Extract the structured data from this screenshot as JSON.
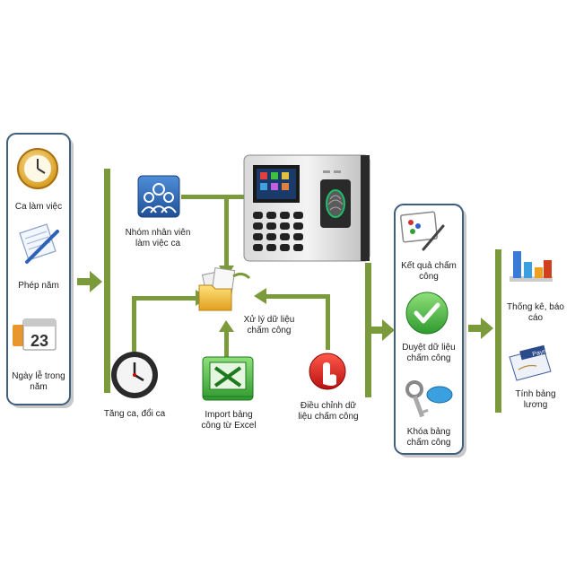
{
  "left_panel": {
    "items": [
      {
        "icon": "clock-icon",
        "label": "Ca làm việc"
      },
      {
        "icon": "notepad-pen-icon",
        "label": "Phép năm"
      },
      {
        "icon": "calendar-icon",
        "label_lines": [
          "Ngày lễ trong",
          "năm"
        ],
        "calendar_number": "23"
      }
    ]
  },
  "middle": {
    "group_employees": {
      "icon": "people-group-icon",
      "label_lines": [
        "Nhóm nhân viên",
        "làm việc ca"
      ]
    },
    "process": {
      "icon": "folder-files-icon",
      "label_lines": [
        "Xử lý dữ liệu",
        "chấm công"
      ]
    },
    "overtime": {
      "icon": "wall-clock-icon",
      "label": "Tăng ca, đổi ca"
    },
    "import_excel": {
      "icon": "excel-icon",
      "label_lines": [
        "Import bảng",
        "công từ Excel"
      ]
    },
    "adjust": {
      "icon": "hand-pointer-icon",
      "label_lines": [
        "Điều chỉnh dữ",
        "liệu chấm công"
      ]
    },
    "device": {
      "icon": "fingerprint-terminal-icon"
    }
  },
  "right_panel": {
    "items": [
      {
        "icon": "whiteboard-pen-icon",
        "label_lines": [
          "Kết quả chấm",
          "công"
        ]
      },
      {
        "icon": "check-circle-icon",
        "label_lines": [
          "Duyệt dữ liệu",
          "chấm công"
        ]
      },
      {
        "icon": "keys-icon",
        "label_lines": [
          "Khóa bảng",
          "chấm công"
        ]
      }
    ]
  },
  "outputs": {
    "items": [
      {
        "icon": "bar-chart-icon",
        "label_lines": [
          "Thống kê, báo",
          "cáo"
        ]
      },
      {
        "icon": "payroll-check-icon",
        "label_lines": [
          "Tính bảng",
          "lương"
        ],
        "badge": "Payroll"
      }
    ]
  },
  "colors": {
    "connector": "#7a9a3c",
    "panel_border": "#3f5f7f",
    "panel_shadow": "#c8c8c8"
  }
}
